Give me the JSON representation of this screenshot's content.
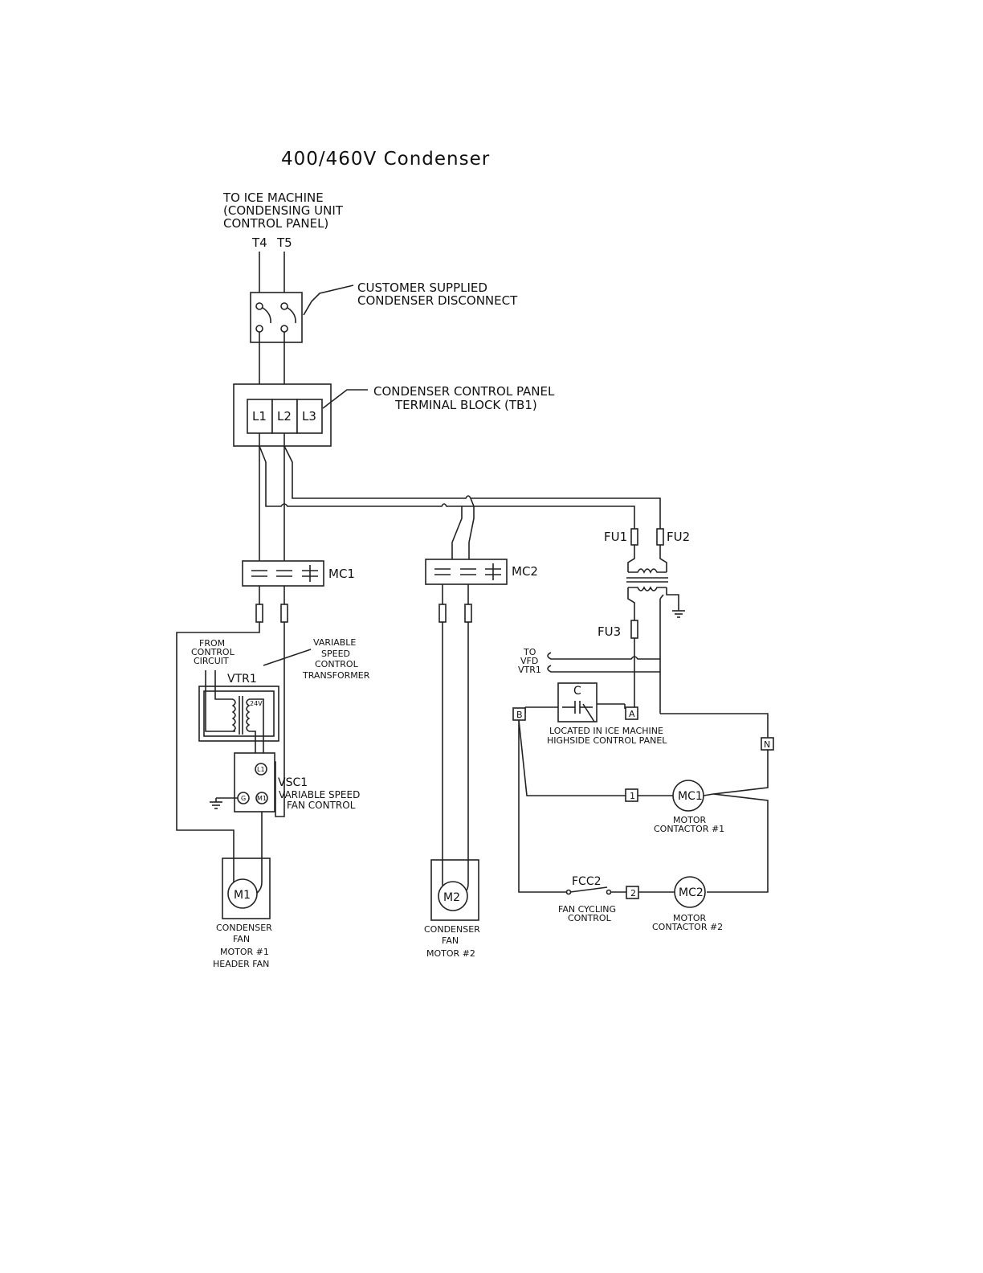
{
  "title": "400/460V Condenser",
  "supply": {
    "line1": "TO ICE MACHINE",
    "line2": "(CONDENSING UNIT",
    "line3": "CONTROL PANEL)",
    "t4": "T4",
    "t5": "T5"
  },
  "disconnect": {
    "line1": "CUSTOMER SUPPLIED",
    "line2": "CONDENSER DISCONNECT"
  },
  "terminal_block": {
    "line1": "CONDENSER CONTROL PANEL",
    "line2": "TERMINAL BLOCK (TB1)",
    "l1": "L1",
    "l2": "L2",
    "l3": "L3"
  },
  "mc1_label": "MC1",
  "mc2_label": "MC2",
  "fuses": {
    "fu1": "FU1",
    "fu2": "FU2",
    "fu3": "FU3"
  },
  "from_control": {
    "line1": "FROM",
    "line2": "CONTROL",
    "line3": "CIRCUIT"
  },
  "vtr": {
    "line1": "VARIABLE",
    "line2": "SPEED",
    "line3": "CONTROL",
    "line4": "TRANSFORMER",
    "name": "VTR1",
    "volt": "24V"
  },
  "vsc": {
    "name": "VSC1",
    "line1": "VARIABLE SPEED",
    "line2": "FAN CONTROL",
    "l1": "L1",
    "g": "G",
    "m1": "M1"
  },
  "motor1": {
    "symbol": "M1",
    "line1": "CONDENSER",
    "line2": "FAN",
    "line3": "MOTOR #1",
    "line4": "HEADER FAN"
  },
  "motor2": {
    "symbol": "M2",
    "line1": "CONDENSER",
    "line2": "FAN",
    "line3": "MOTOR #2"
  },
  "vfd": {
    "line1": "TO",
    "line2": "VFD",
    "line3": "VTR1"
  },
  "contactor_c": {
    "symbol": "C",
    "line1": "LOCATED IN ICE MACHINE",
    "line2": "HIGHSIDE CONTROL PANEL"
  },
  "terminals": {
    "a": "A",
    "b": "B",
    "n": "N",
    "t1": "1",
    "t2": "2"
  },
  "coil1": {
    "symbol": "MC1",
    "line1": "MOTOR",
    "line2": "CONTACTOR #1"
  },
  "coil2": {
    "symbol": "MC2",
    "line1": "MOTOR",
    "line2": "CONTACTOR #2"
  },
  "fcc": {
    "name": "FCC2",
    "line1": "FAN CYCLING",
    "line2": "CONTROL"
  }
}
